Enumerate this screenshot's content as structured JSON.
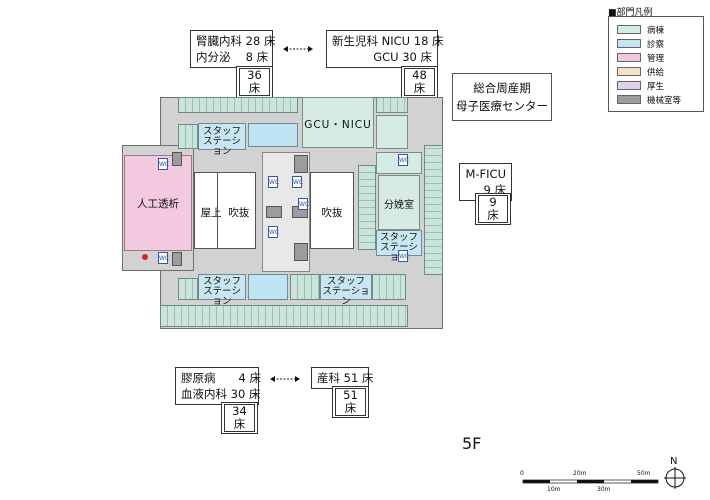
{
  "legend": {
    "title": "■部門凡例",
    "items": [
      {
        "label": "病棟",
        "color": "#d6ebe4"
      },
      {
        "label": "診察",
        "color": "#c8e6f2"
      },
      {
        "label": "管理",
        "color": "#f2c9de"
      },
      {
        "label": "供給",
        "color": "#f6e3c4"
      },
      {
        "label": "厚生",
        "color": "#e0d2ee"
      },
      {
        "label": "機械室等",
        "color": "#9c9c9c"
      }
    ]
  },
  "wards": {
    "top_left": {
      "lines": [
        "腎臓内科 28 床",
        "内分泌　 8 床"
      ],
      "total": "36 床"
    },
    "top_right": {
      "lines": [
        "新生児科 NICU 18 床",
        "GCU 30 床"
      ],
      "total": "48 床"
    },
    "right": {
      "lines": [
        "M-FICU",
        "9 床"
      ],
      "total": "9 床"
    },
    "bottom_left": {
      "lines": [
        "膠原病　　4 床",
        "血液内科 30 床"
      ],
      "total": "34 床"
    },
    "bottom_right": {
      "lines": [
        "産科 51 床"
      ],
      "total": "51 床"
    }
  },
  "center_name": [
    "総合周産期",
    "母子医療センター"
  ],
  "rooms": {
    "dialysis": "人工透析",
    "rooftop": "屋上",
    "atrium_left": "吹抜",
    "atrium_right": "吹抜",
    "gcu_nicu": "GCU・NICU",
    "delivery": "分娩室",
    "staff_station": [
      "スタッフ",
      "ステーション"
    ]
  },
  "floor_label": "5F",
  "scale": {
    "top_ticks": [
      "0",
      "20m",
      "50m"
    ],
    "bottom_ticks": [
      "10m",
      "30m"
    ]
  },
  "north": "N",
  "icons": {
    "restroom": "restroom-icon",
    "compass": "north-compass-icon"
  }
}
